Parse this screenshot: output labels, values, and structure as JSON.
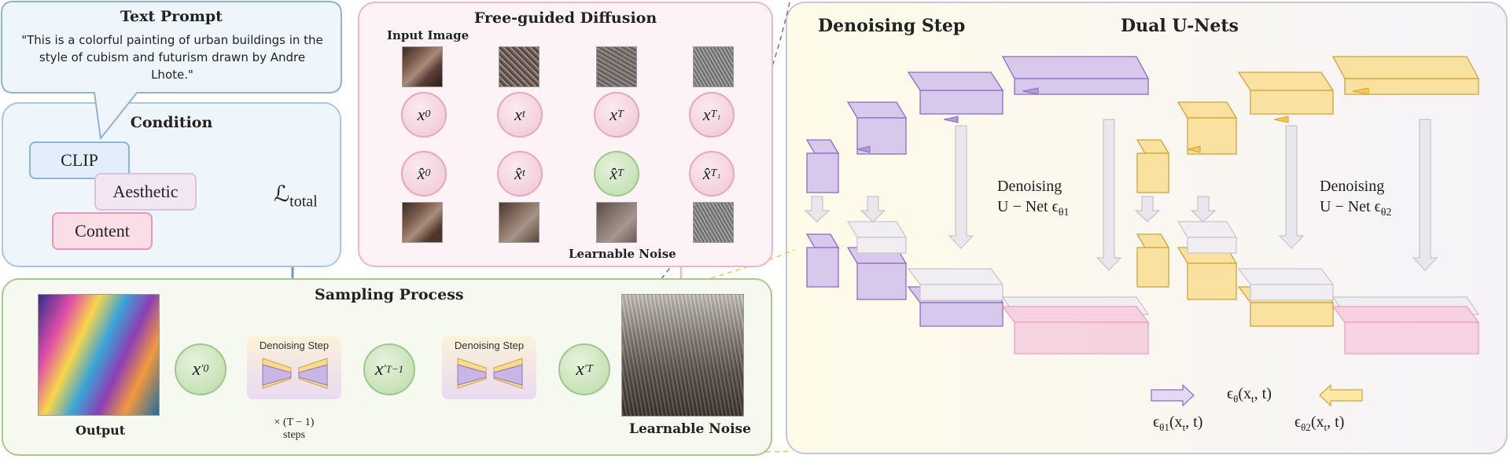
{
  "text_prompt": {
    "title": "Text Prompt",
    "quote": "\"This is a colorful painting of urban buildings in the style of cubism and futurism drawn by Andre Lhote.\""
  },
  "condition": {
    "title": "Condition",
    "clip": "CLIP",
    "aesthetic": "Aesthetic",
    "content": "Content",
    "loss": "ℒ",
    "loss_sub": "total"
  },
  "free_guided": {
    "title": "Free-guided Diffusion",
    "input_label": "Input Image",
    "noise_label": "Learnable Noise",
    "row1": [
      {
        "base": "x",
        "sub": "0",
        "sup": ""
      },
      {
        "base": "x",
        "sub": "t",
        "sup": ""
      },
      {
        "base": "x",
        "sub": "T",
        "sup": ""
      },
      {
        "base": "x",
        "sub": "T₁",
        "sup": ""
      }
    ],
    "row2": [
      {
        "base": "x̂",
        "sub": "0",
        "sup": ""
      },
      {
        "base": "x̂",
        "sub": "t",
        "sup": ""
      },
      {
        "base": "x̂",
        "sub": "T",
        "sup": ""
      },
      {
        "base": "x̂",
        "sub": "T₁",
        "sup": ""
      }
    ],
    "dots": "·····"
  },
  "sampling": {
    "title": "Sampling Process",
    "output_label": "Output",
    "noise_label": "Learnable Noise",
    "step_label": "Denoising Step",
    "repeat_label": "× (T − 1)",
    "repeat_unit": "steps",
    "nodes": [
      {
        "base": "x",
        "sub": "0",
        "sup": "′"
      },
      {
        "base": "x",
        "sub": "T−1",
        "sup": "′"
      },
      {
        "base": "x",
        "sub": "T",
        "sup": "′"
      }
    ]
  },
  "unet": {
    "step_title": "Denoising Step",
    "dual_title": "Dual U-Nets",
    "unet1_line1": "Denoising",
    "unet1_line2": "U − Net ϵ",
    "unet1_sub": "θ1",
    "unet2_line1": "Denoising",
    "unet2_line2": "U − Net ϵ",
    "unet2_sub": "θ2",
    "eps_center": "ϵ",
    "eps_center_sub": "θ",
    "eps_center_args": "(x",
    "eps_center_args_sub": "t",
    "eps_center_end": ", t)",
    "eps1": "ϵ",
    "eps1_sub": "θ1",
    "eps2": "ϵ",
    "eps2_sub": "θ2",
    "eps_args": "(x",
    "eps_args_sub": "t",
    "eps_end": ", t)"
  },
  "colors": {
    "blue_box": "#eef5fb",
    "blue_border": "#8fb4d8",
    "pink_panel": "#fdf3f6",
    "pink_border": "#efb6c9",
    "green_panel": "#f5f9ef",
    "green_border": "#a9c98f",
    "purple": "#c9b6e4",
    "yellow": "#f7dc8a",
    "arrow_blue": "#6b9cc9"
  }
}
